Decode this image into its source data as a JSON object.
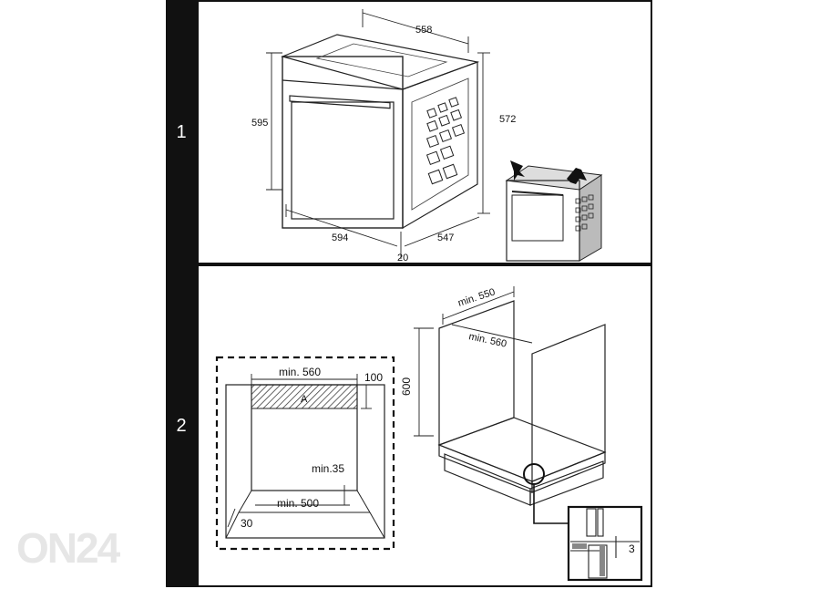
{
  "watermark": "ON24",
  "steps": [
    {
      "number": "1"
    },
    {
      "number": "2"
    }
  ],
  "panel1": {
    "dims": {
      "top_depth": "558",
      "height_front": "595",
      "height_side": "572",
      "width": "594",
      "depth": "547",
      "front_offset": "20"
    }
  },
  "panel2": {
    "front_view": {
      "min_width": "min. 560",
      "vent_height": "100",
      "vent_area": "A",
      "gap": "min.35",
      "floor_width": "min. 500",
      "side": "30"
    },
    "cabinet": {
      "depth": "min. 550",
      "width": "min. 560",
      "height": "600"
    },
    "detail": {
      "gap": "3"
    }
  }
}
